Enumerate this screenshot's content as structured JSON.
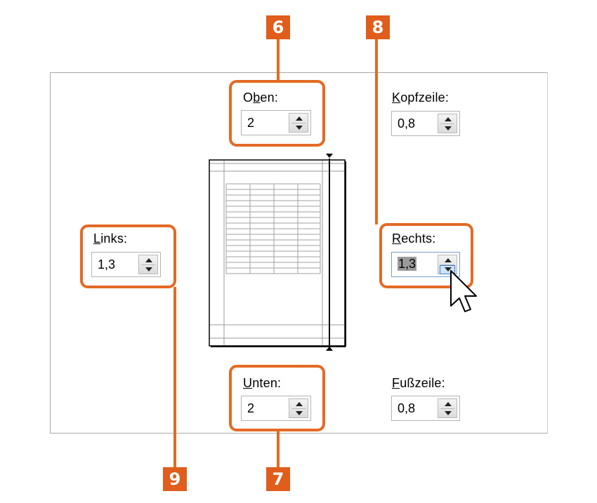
{
  "margins": {
    "top": {
      "label_pre": "O",
      "label_ul": "b",
      "label_post": "en:",
      "value": "2"
    },
    "bottom": {
      "label_pre": "",
      "label_ul": "U",
      "label_post": "nten:",
      "value": "2"
    },
    "left": {
      "label_pre": "",
      "label_ul": "L",
      "label_post": "inks:",
      "value": "1,3"
    },
    "right": {
      "label_pre": "",
      "label_ul": "R",
      "label_post": "echts:",
      "value": "1,3"
    },
    "header": {
      "label_pre": "",
      "label_ul": "K",
      "label_post": "opfzeile:",
      "value": "0,8"
    },
    "footer": {
      "label_pre": "",
      "label_ul": "F",
      "label_post": "ußzeile:",
      "value": "0,8"
    }
  },
  "callouts": {
    "top": "6",
    "bottom": "7",
    "right": "8",
    "left": "9"
  },
  "colors": {
    "accent": "#e36a24",
    "badge": "#e05d1c"
  },
  "icons": [
    "spinner-up-icon",
    "spinner-down-icon",
    "mouse-cursor-icon"
  ]
}
